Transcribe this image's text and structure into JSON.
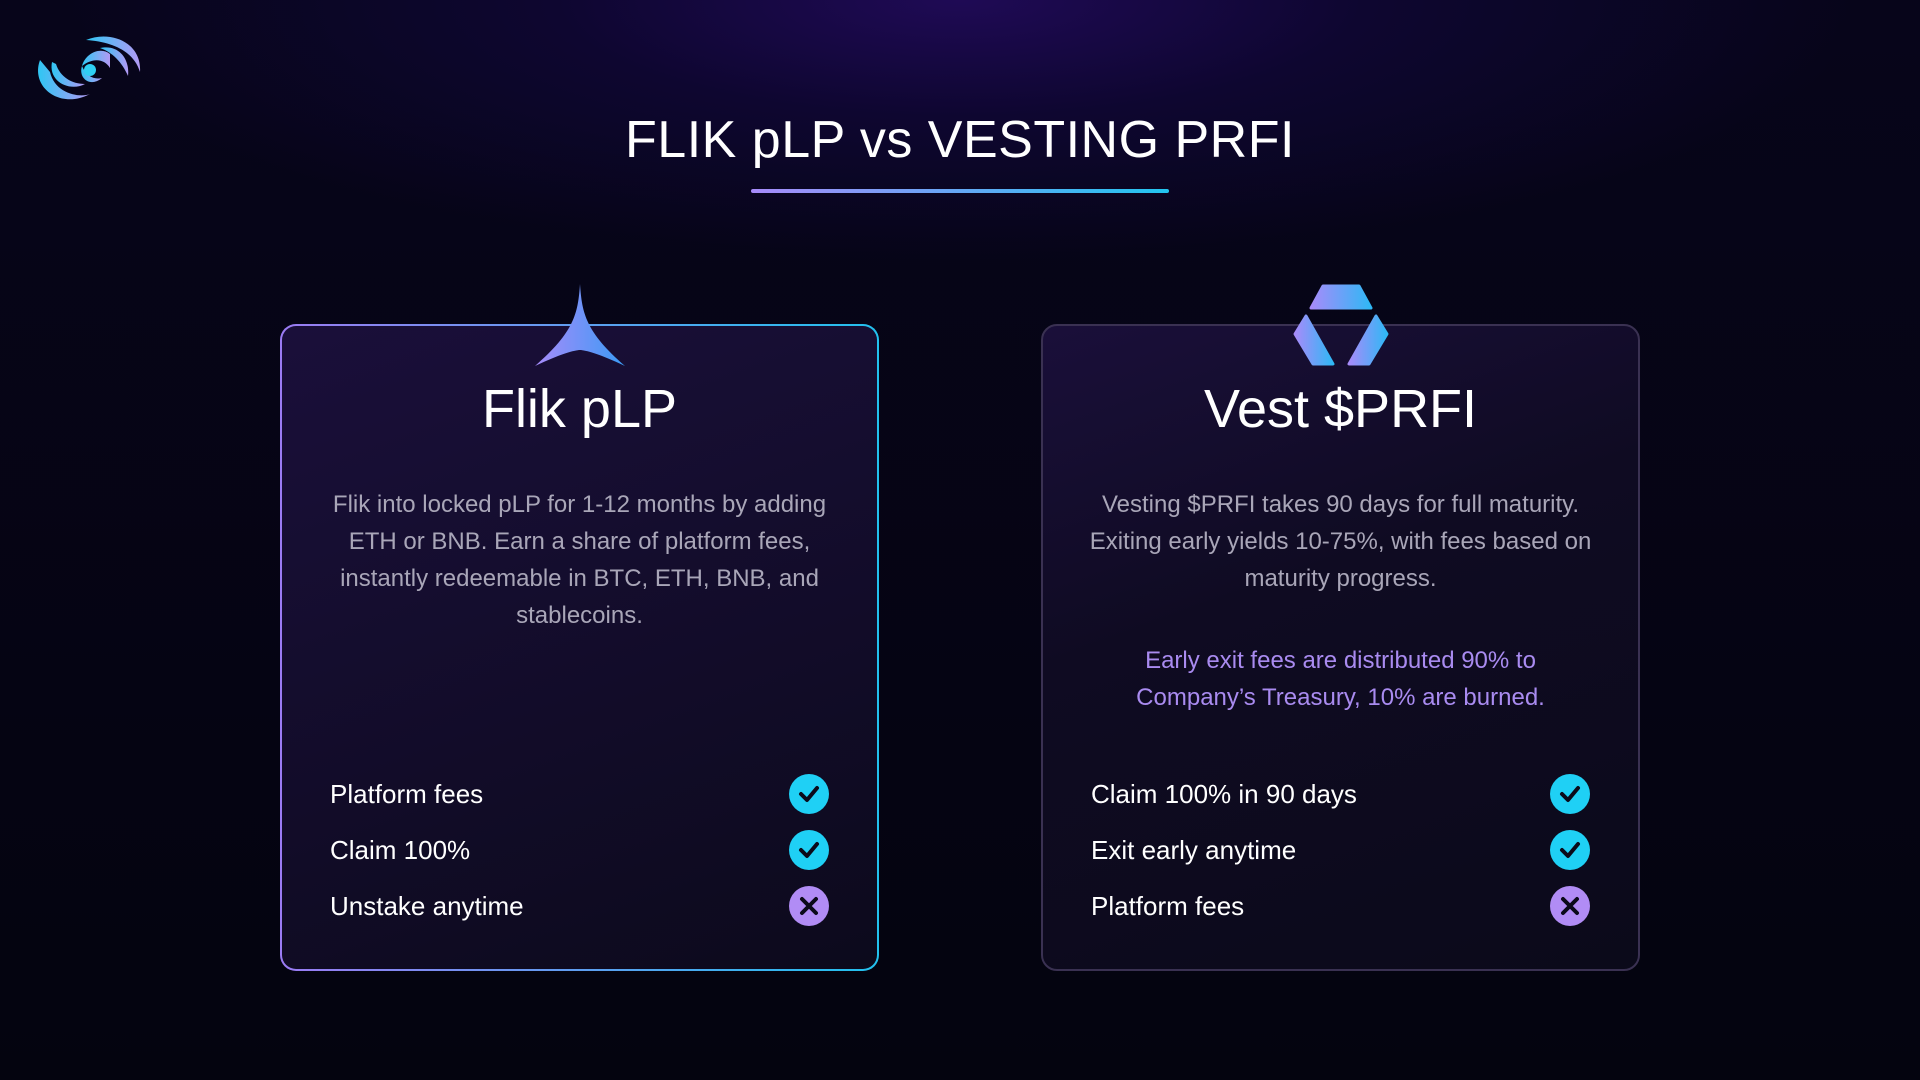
{
  "title": "FLIK pLP vs VESTING PRFI",
  "colors": {
    "accent_cyan": "#1fd0f5",
    "accent_purple": "#b18cf5",
    "note": "#a98bf0"
  },
  "cards": [
    {
      "title": "Flik pLP",
      "icon": "star-icon",
      "description": "Flik into locked pLP for 1-12 months by adding ETH or BNB.  Earn a share of platform fees, instantly redeemable in BTC, ETH, BNB, and stablecoins.",
      "features": [
        {
          "label": "Platform fees",
          "status": "check"
        },
        {
          "label": "Claim 100%",
          "status": "check"
        },
        {
          "label": "Unstake anytime",
          "status": "cross"
        }
      ]
    },
    {
      "title": "Vest $PRFI",
      "icon": "hexagon-triangle-icon",
      "description": "Vesting $PRFI takes 90 days for full maturity. Exiting early yields 10-75%, with fees based on maturity progress.",
      "note": "Early exit fees are distributed 90% to Company’s Treasury, 10% are burned.",
      "features": [
        {
          "label": "Claim 100% in 90 days",
          "status": "check"
        },
        {
          "label": "Exit early anytime",
          "status": "check"
        },
        {
          "label": "Platform fees",
          "status": "cross"
        }
      ]
    }
  ]
}
